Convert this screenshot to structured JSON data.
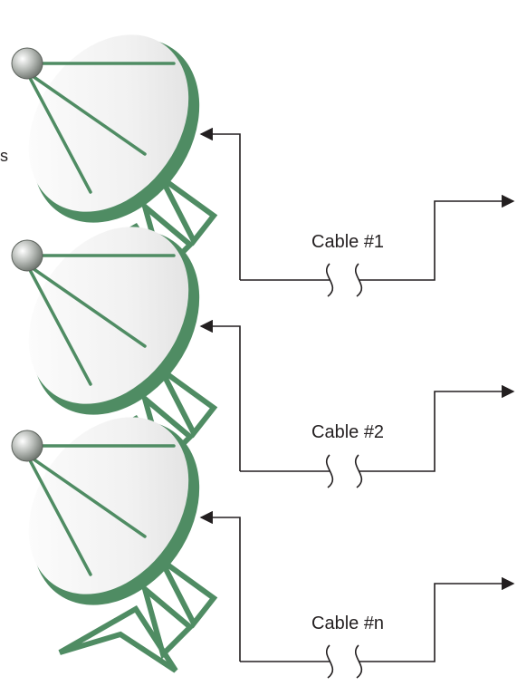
{
  "diagram": {
    "colors": {
      "dish_green": "#4f8c63",
      "dish_green_dark": "#3f7a55",
      "dish_face": "#f2f2f2",
      "line": "#231f20"
    },
    "edge_text": "s",
    "antennas": [
      {
        "name": "antenna-1",
        "icon": "satellite-dish-icon"
      },
      {
        "name": "antenna-2",
        "icon": "satellite-dish-icon"
      },
      {
        "name": "antenna-3",
        "icon": "satellite-dish-icon"
      }
    ],
    "cables": [
      {
        "label": "Cable #1"
      },
      {
        "label": "Cable #2"
      },
      {
        "label": "Cable #n"
      }
    ]
  }
}
